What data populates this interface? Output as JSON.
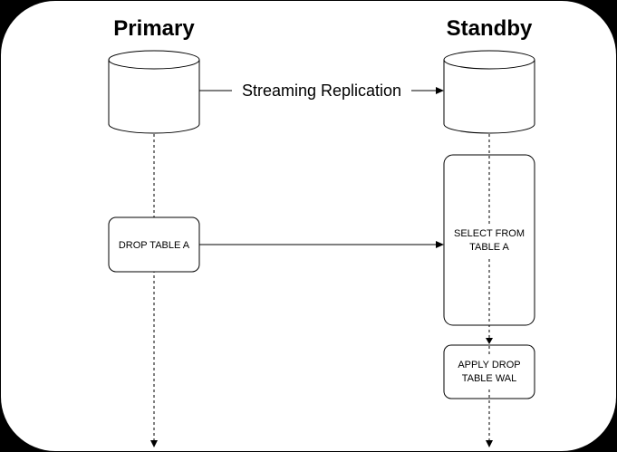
{
  "diagram": {
    "background": "#ffffff",
    "frame_color": "#000000",
    "nodes": {
      "primary_heading": "Primary",
      "standby_heading": "Standby",
      "drop_table_box": "DROP TABLE A",
      "select_box_line1": "SELECT FROM",
      "select_box_line2": "TABLE A",
      "apply_box_line1": "APPLY DROP",
      "apply_box_line2": "TABLE WAL"
    },
    "edges": {
      "replication_label": "Streaming Replication"
    }
  }
}
